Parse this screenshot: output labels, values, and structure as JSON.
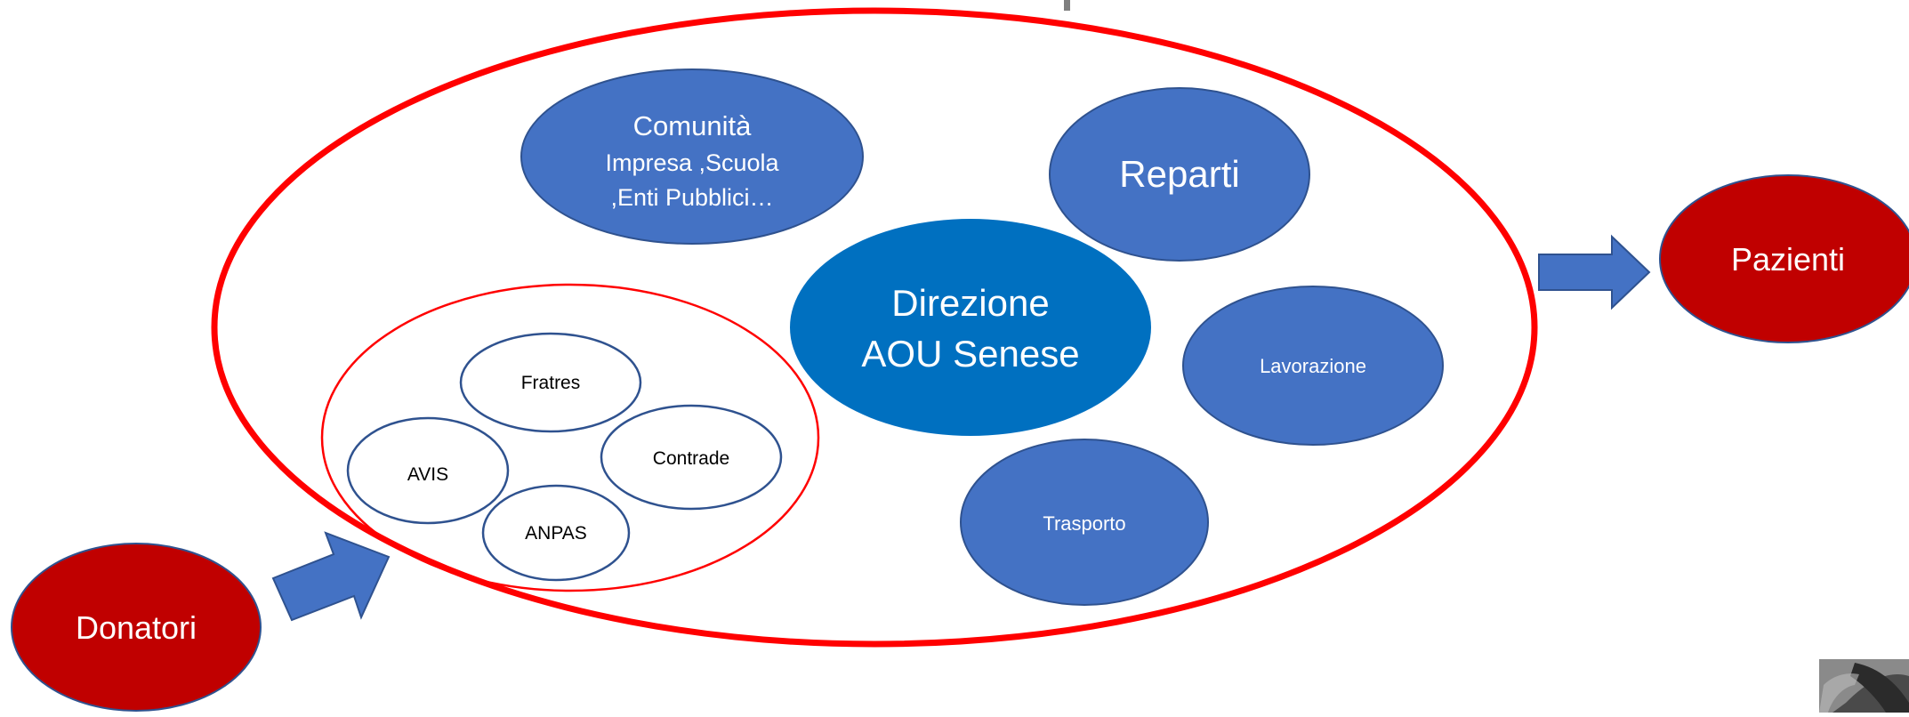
{
  "diagram": {
    "center": {
      "line1": "Direzione",
      "line2": "AOU Senese"
    },
    "comunita": {
      "line1": "Comunità",
      "line2": "Impresa ,Scuola",
      "line3": ",Enti Pubblici…"
    },
    "reparti": "Reparti",
    "lavorazione": "Lavorazione",
    "trasporto": "Trasporto",
    "associations": {
      "fratres": "Fratres",
      "avis": "AVIS",
      "contrade": "Contrade",
      "anpas": "ANPAS"
    },
    "donatori": "Donatori",
    "pazienti": "Pazienti"
  },
  "colors": {
    "blue_node": "#4472C4",
    "center_node": "#0070C0",
    "red_node": "#C00000",
    "outline_red": "#FF0000",
    "arrow_blue": "#4472C4"
  }
}
